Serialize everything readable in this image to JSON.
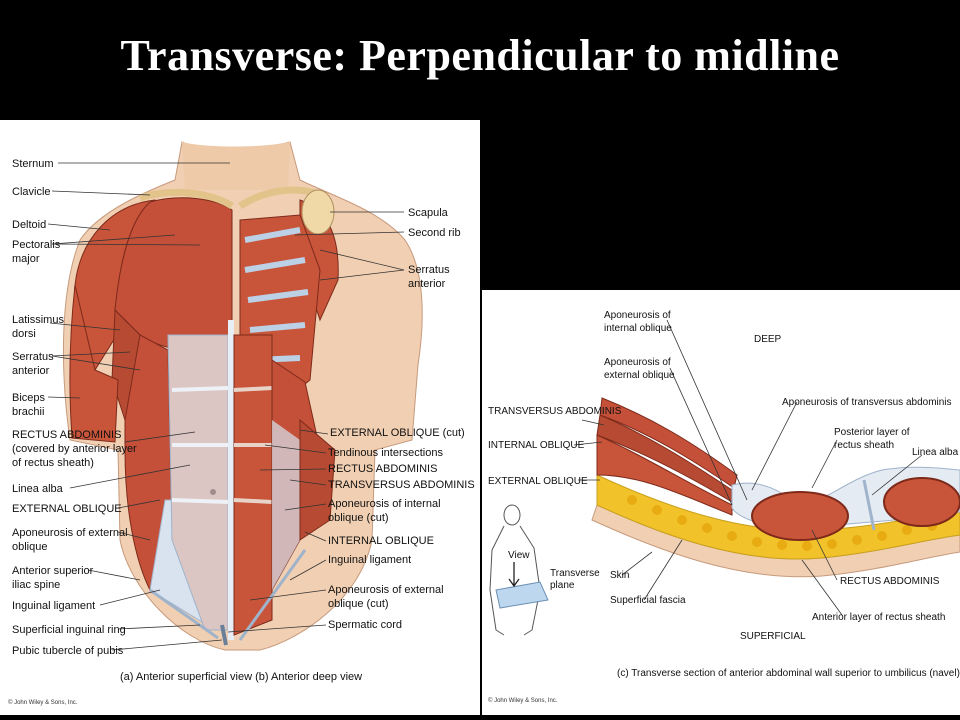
{
  "slide": {
    "title": "Transverse:  Perpendicular to midline"
  },
  "left_figure": {
    "labels_left": [
      "Sternum",
      "Clavicle",
      "Deltoid",
      "Pectoralis",
      "major",
      "Latissimus",
      "dorsi",
      "Serratus",
      "anterior",
      "Biceps",
      "brachii",
      "RECTUS ABDOMINIS",
      "(covered by anterior layer",
      "of rectus sheath)",
      "Linea alba",
      "EXTERNAL OBLIQUE",
      "Aponeurosis of external",
      " oblique",
      "Anterior superior",
      "iliac spine",
      "Inguinal ligament",
      "Superficial inguinal ring",
      "Pubic tubercle of pubis"
    ],
    "labels_right": [
      "Scapula",
      "Second rib",
      "Serratus",
      "anterior",
      "EXTERNAL OBLIQUE (cut)",
      "Tendinous intersections",
      "RECTUS ABDOMINIS",
      "TRANSVERSUS ABDOMINIS",
      "Aponeurosis of internal",
      "oblique (cut)",
      "INTERNAL OBLIQUE",
      "Inguinal ligament",
      "Aponeurosis of external",
      "oblique (cut)",
      "Spermatic cord"
    ],
    "caption": "(a) Anterior superficial view   (b) Anterior deep view",
    "copyright": "© John Wiley & Sons, Inc."
  },
  "right_figure": {
    "labels": [
      "Aponeurosis of",
      "internal oblique",
      "Aponeurosis of",
      "external oblique",
      "DEEP",
      "TRANSVERSUS ABDOMINIS",
      "INTERNAL OBLIQUE",
      "EXTERNAL OBLIQUE",
      "Aponeurosis of transversus abdominis",
      "Posterior layer of",
      "rectus sheath",
      "Linea alba",
      "View",
      "Transverse",
      "plane",
      "Skin",
      "Superficial fascia",
      "RECTUS ABDOMINIS",
      "Anterior layer of rectus sheath",
      "SUPERFICIAL"
    ],
    "caption": "(c) Transverse section of anterior abdominal wall superior to umbilicus (navel)",
    "copyright": "© John Wiley & Sons, Inc."
  },
  "colors": {
    "background": "#000000",
    "panel": "#ffffff",
    "muscle": "#c8553a",
    "muscle_dark": "#8f2f1e",
    "skin": "#f1cfb2",
    "fat": "#f1c22a",
    "fascia": "#d9e3ef",
    "bone": "#f0d9a6"
  }
}
